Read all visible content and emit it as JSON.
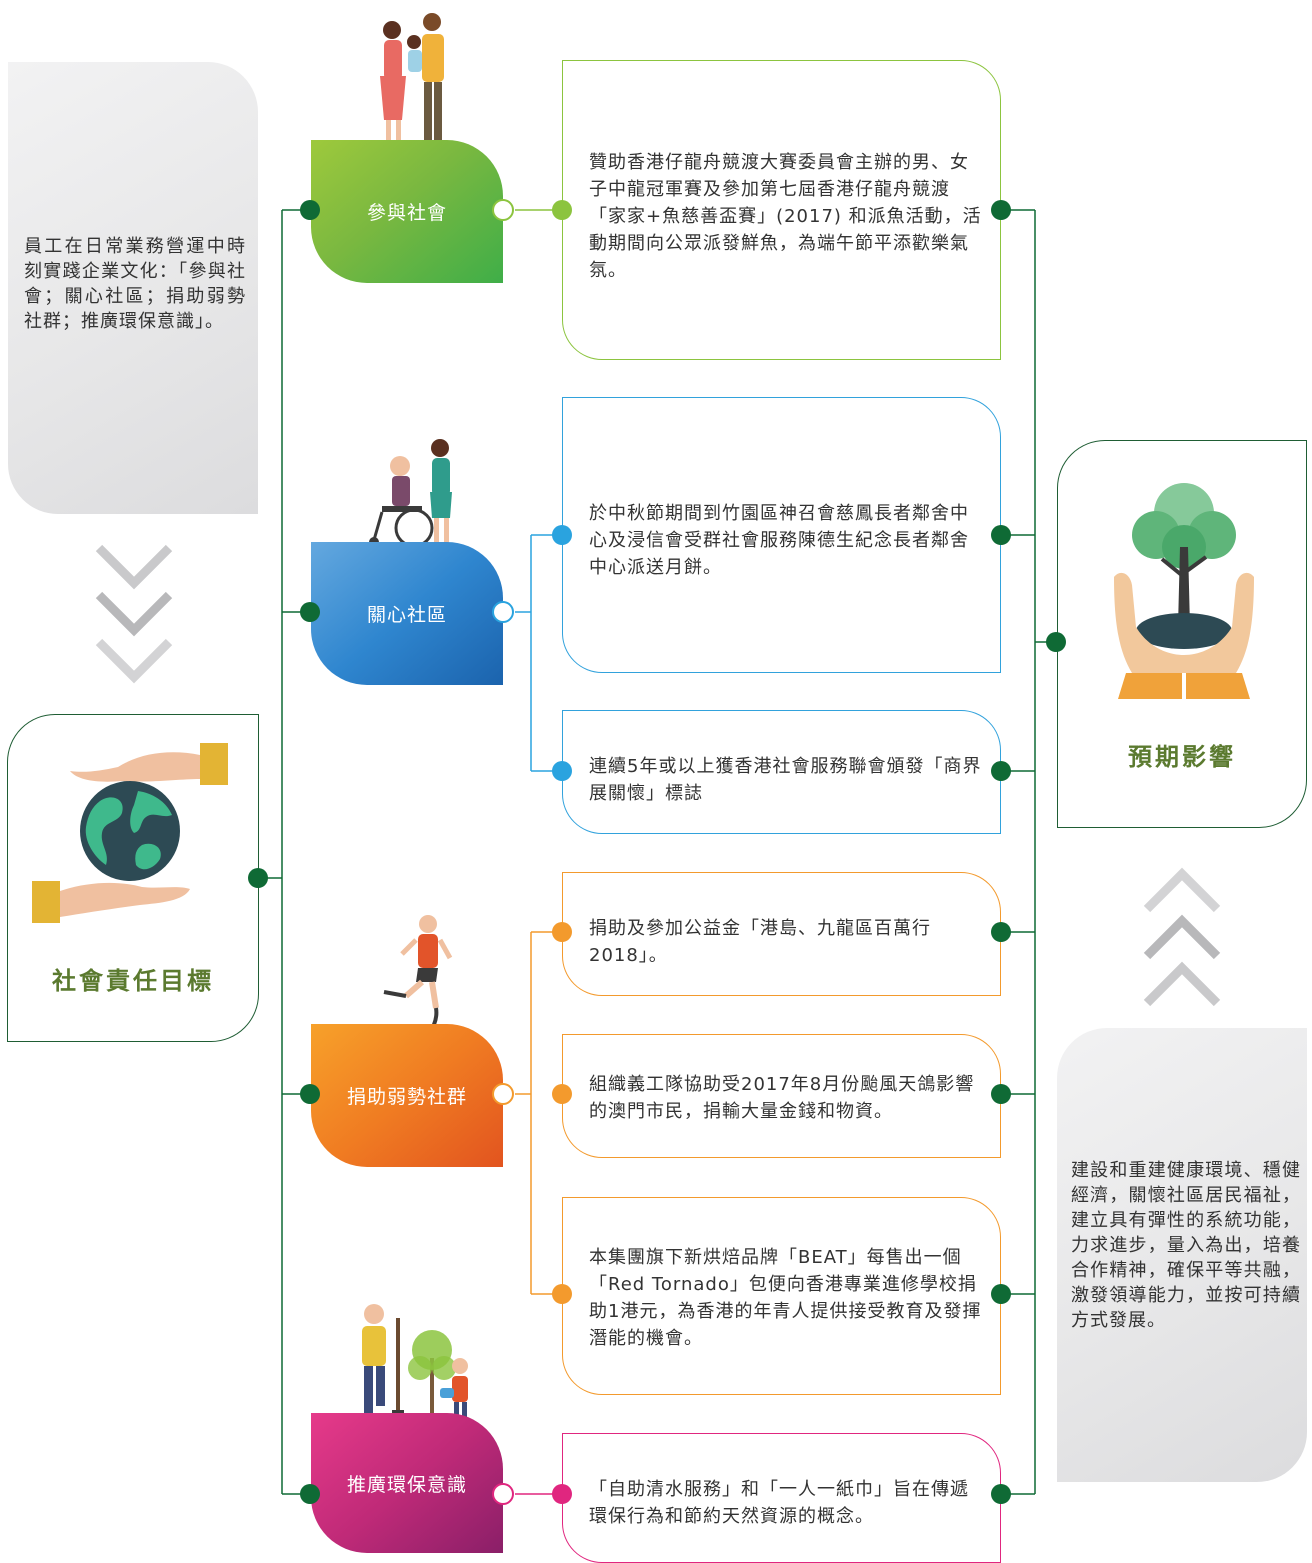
{
  "left_note": {
    "text": "員工在日常業務營運中時刻實踐企業文化：「參與社會；關心社區；捐助弱勢社群；推廣環保意識」。"
  },
  "goal": {
    "title": "社會責任目標"
  },
  "impact": {
    "title": "預期影響"
  },
  "right_note": {
    "text": "建設和重建健康環境、穩健經濟，關懷社區居民福祉，建立具有彈性的系統功能，力求進步，量入為出，培養合作精神，確保平等共融，激發領導能力，並按可持續方式發展。"
  },
  "categories": [
    {
      "label": "參與社會",
      "color": "#7ab840"
    },
    {
      "label": "關心社區",
      "color": "#2f86cf"
    },
    {
      "label": "捐助弱勢社群",
      "color": "#f07c22"
    },
    {
      "label": "推廣環保意識",
      "color": "#c02a78"
    }
  ],
  "activities": [
    {
      "text": "贊助香港仔龍舟競渡大賽委員會主辦的男、女子中龍冠軍賽及參加第七屆香港仔龍舟競渡「家家+魚慈善盃賽」(2017) 和派魚活動，活動期間向公眾派發鮮魚，為端午節平添歡樂氣氛。"
    },
    {
      "text": "於中秋節期間到竹園區神召會慈鳳長者鄰舍中心及浸信會受群社會服務陳德生紀念長者鄰舍中心派送月餅。"
    },
    {
      "text": "連續5年或以上獲香港社會服務聯會頒發「商界展關懷」標誌"
    },
    {
      "text": "捐助及參加公益金「港島、九龍區百萬行2018」。"
    },
    {
      "text": "組織義工隊協助受2017年8月份颱風天鴿影響的澳門市民，捐輸大量金錢和物資。"
    },
    {
      "text": "本集團旗下新烘焙品牌「BEAT」每售出一個「Red Tornado」包便向香港專業進修學校捐助1港元，為香港的年青人提供接受教育及發揮潛能的機會。"
    },
    {
      "text": "「自助清水服務」和「一人一紙巾」旨在傳遞環保行為和節約天然資源的概念。"
    }
  ],
  "colors": {
    "connector": "#0f6a35",
    "green": "#8cc43f",
    "blue": "#2aa3df",
    "orange": "#f39a2d",
    "pink": "#e0267f"
  }
}
